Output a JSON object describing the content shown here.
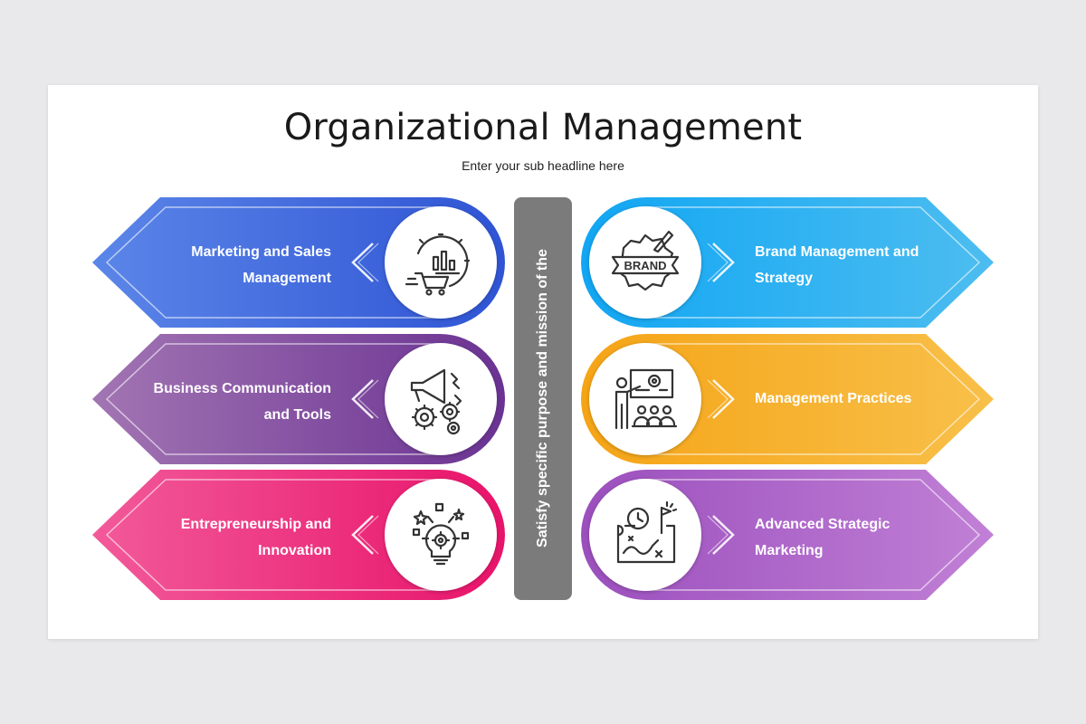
{
  "title": "Organizational Management",
  "subtitle": "Enter your sub headline here",
  "center_bar": {
    "text": "Satisfy specific purpose and mission of the",
    "color": "#7b7b7b"
  },
  "items": [
    {
      "side": "left",
      "line1": "Marketing and Sales",
      "line2": "Management",
      "icon": "marketing-sales-icon",
      "color_from": "#5b86e8",
      "color_to": "#2f54d4"
    },
    {
      "side": "left",
      "line1": "Business Communication",
      "line2": "and Tools",
      "icon": "megaphone-gears-icon",
      "color_from": "#a275b3",
      "color_to": "#6a3292"
    },
    {
      "side": "left",
      "line1": "Entrepreneurship and",
      "line2": "Innovation",
      "icon": "lightbulb-gear-icon",
      "color_from": "#f25a9a",
      "color_to": "#e8136a"
    },
    {
      "side": "right",
      "line1": "Brand Management and",
      "line2": "Strategy",
      "icon": "brand-badge-icon",
      "color_from": "#11a6f3",
      "color_to": "#4dbdf0"
    },
    {
      "side": "right",
      "line1": "Management Practices",
      "line2": "",
      "icon": "presentation-icon",
      "color_from": "#f5a416",
      "color_to": "#f8c04a"
    },
    {
      "side": "right",
      "line1": "Advanced Strategic",
      "line2": "Marketing",
      "icon": "strategy-map-icon",
      "color_from": "#9b4fbd",
      "color_to": "#c180d6"
    }
  ]
}
